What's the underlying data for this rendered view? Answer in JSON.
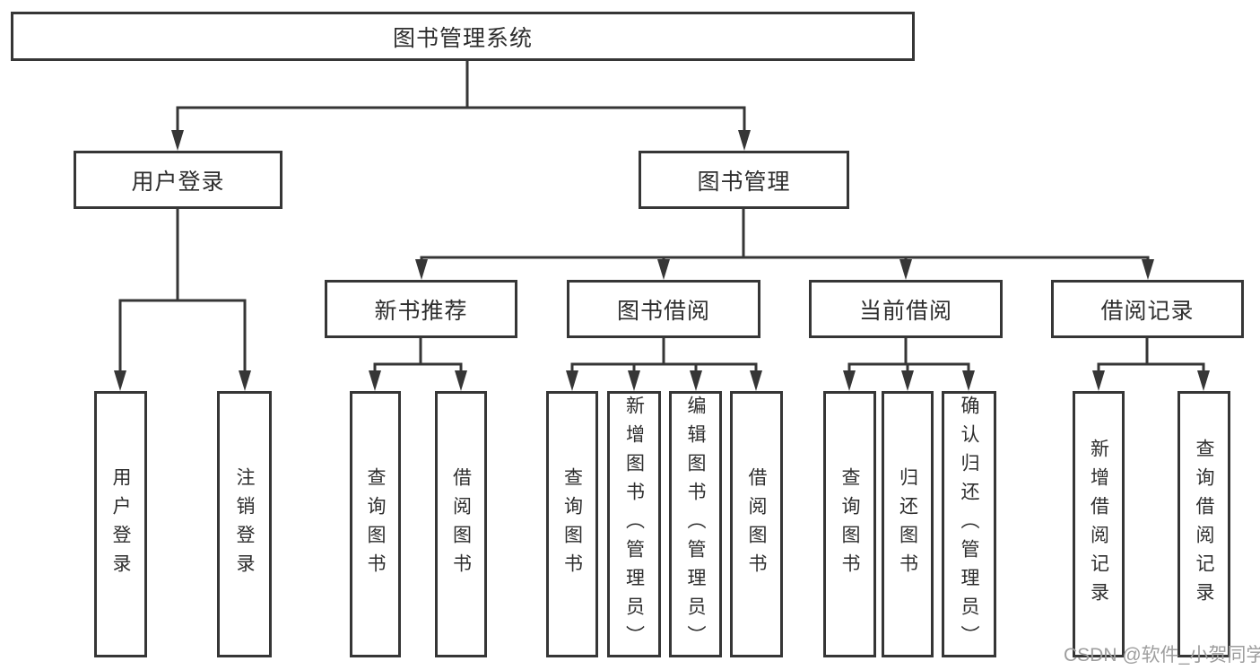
{
  "diagram": {
    "title": "图书管理系统",
    "root": {
      "label": "图书管理系统"
    },
    "level2": [
      {
        "label": "用户登录",
        "parent": "图书管理系统"
      },
      {
        "label": "图书管理",
        "parent": "图书管理系统"
      }
    ],
    "level3": [
      {
        "label": "新书推荐",
        "parent": "图书管理"
      },
      {
        "label": "图书借阅",
        "parent": "图书管理"
      },
      {
        "label": "当前借阅",
        "parent": "图书管理"
      },
      {
        "label": "借阅记录",
        "parent": "图书管理"
      }
    ],
    "leaves": [
      {
        "label": "用户登录",
        "parent": "用户登录"
      },
      {
        "label": "注销登录",
        "parent": "用户登录"
      },
      {
        "label": "查询图书",
        "parent": "新书推荐"
      },
      {
        "label": "借阅图书",
        "parent": "新书推荐"
      },
      {
        "label": "查询图书",
        "parent": "图书借阅"
      },
      {
        "label": "新增图书（管理员）",
        "parent": "图书借阅"
      },
      {
        "label": "编辑图书（管理员）",
        "parent": "图书借阅"
      },
      {
        "label": "借阅图书",
        "parent": "图书借阅"
      },
      {
        "label": "查询图书",
        "parent": "当前借阅"
      },
      {
        "label": "归还图书",
        "parent": "当前借阅"
      },
      {
        "label": "确认归还（管理员）",
        "parent": "当前借阅"
      },
      {
        "label": "新增借阅记录",
        "parent": "借阅记录"
      },
      {
        "label": "查询借阅记录",
        "parent": "借阅记录"
      }
    ],
    "watermark": "CSDN @软件_小贺同学",
    "colors": {
      "line": "#363636",
      "box_fill": "#ffffff",
      "text": "#2e2e2e",
      "watermark": "#9e9e9e",
      "background": "#ffffff"
    }
  }
}
